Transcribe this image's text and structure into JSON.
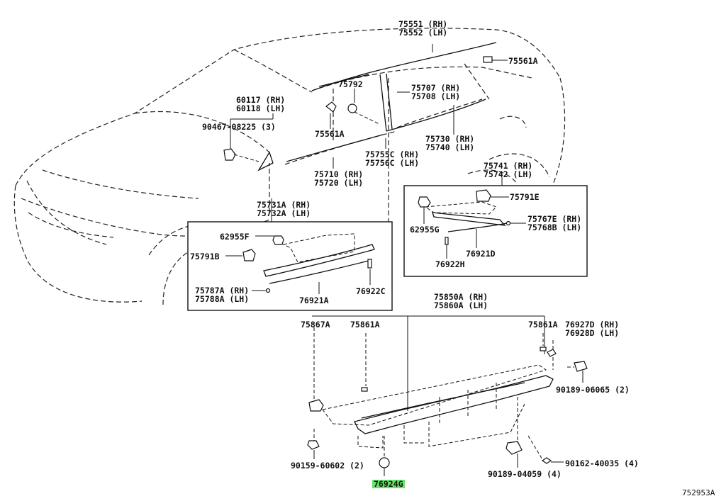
{
  "diagram_id": "752953A",
  "labels": {
    "l_75551": [
      "75551 (RH)",
      "75552 (LH)"
    ],
    "l_75561a_top": [
      "75561A"
    ],
    "l_60117": [
      "60117 (RH)",
      "60118 (LH)"
    ],
    "l_90467": [
      "90467-08225 (3)"
    ],
    "l_75792": [
      "75792"
    ],
    "l_75707": [
      "75707 (RH)",
      "75708 (LH)"
    ],
    "l_75561a_mid": [
      "75561A"
    ],
    "l_75730": [
      "75730 (RH)",
      "75740 (LH)"
    ],
    "l_75755c": [
      "75755C (RH)",
      "75756C (LH)"
    ],
    "l_75710": [
      "75710 (RH)",
      "75720 (LH)"
    ],
    "l_75741": [
      "75741 (RH)",
      "75742 (LH)"
    ],
    "l_75731a": [
      "75731A (RH)",
      "75732A (LH)"
    ],
    "l_62955f": [
      "62955F"
    ],
    "l_75791b": [
      "75791B"
    ],
    "l_75787a": [
      "75787A (RH)",
      "75788A (LH)"
    ],
    "l_76921a": [
      "76921A"
    ],
    "l_76922c": [
      "76922C"
    ],
    "l_75791e": [
      "75791E"
    ],
    "l_62955g": [
      "62955G"
    ],
    "l_75767e": [
      "75767E (RH)",
      "75768B (LH)"
    ],
    "l_76921d": [
      "76921D"
    ],
    "l_76922h": [
      "76922H"
    ],
    "l_75850a": [
      "75850A (RH)",
      "75860A (LH)"
    ],
    "l_75867a": [
      "75867A"
    ],
    "l_75861a_left": [
      "75861A"
    ],
    "l_75861a_right": [
      "75861A"
    ],
    "l_76927d": [
      "76927D (RH)",
      "76928D (LH)"
    ],
    "l_90189_06065": [
      "90189-06065 (2)"
    ],
    "l_90159": [
      "90159-60602 (2)"
    ],
    "l_76924g": [
      "76924G"
    ],
    "l_90189_04059": [
      "90189-04059 (4)"
    ],
    "l_90162": [
      "90162-40035 (4)"
    ]
  },
  "highlighted_part": "76924G",
  "colors": {
    "highlight": "#66e36a",
    "ink": "#111111",
    "background": "#ffffff"
  }
}
